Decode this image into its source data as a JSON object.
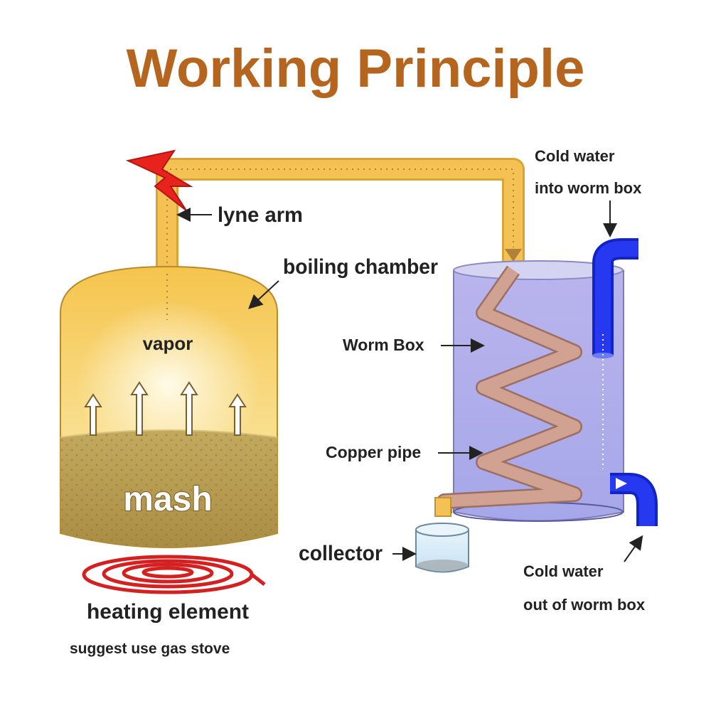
{
  "title": "Working Principle",
  "labels": {
    "lyne_arm": "lyne arm",
    "boiling_chamber": "boiling chamber",
    "vapor": "vapor",
    "mash": "mash",
    "heating_element": "heating element",
    "suggestion": "suggest use gas stove",
    "worm_box": "Worm Box",
    "copper_pipe": "Copper pipe",
    "collector": "collector",
    "cold_in_line1": "Cold water",
    "cold_in_line2": "into worm box",
    "cold_out_line1": "Cold water",
    "cold_out_line2": "out of worm box"
  },
  "colors": {
    "title": "#b5651d",
    "chamber_top": "#f2c14a",
    "mash": "#b8a15a",
    "pipe": "#f0be4e",
    "copper": "#c99a8a",
    "water": "#b7b8ee",
    "water_pipe": "#1e2ee8",
    "heater": "#d42020",
    "lightning": "#e8231e"
  }
}
